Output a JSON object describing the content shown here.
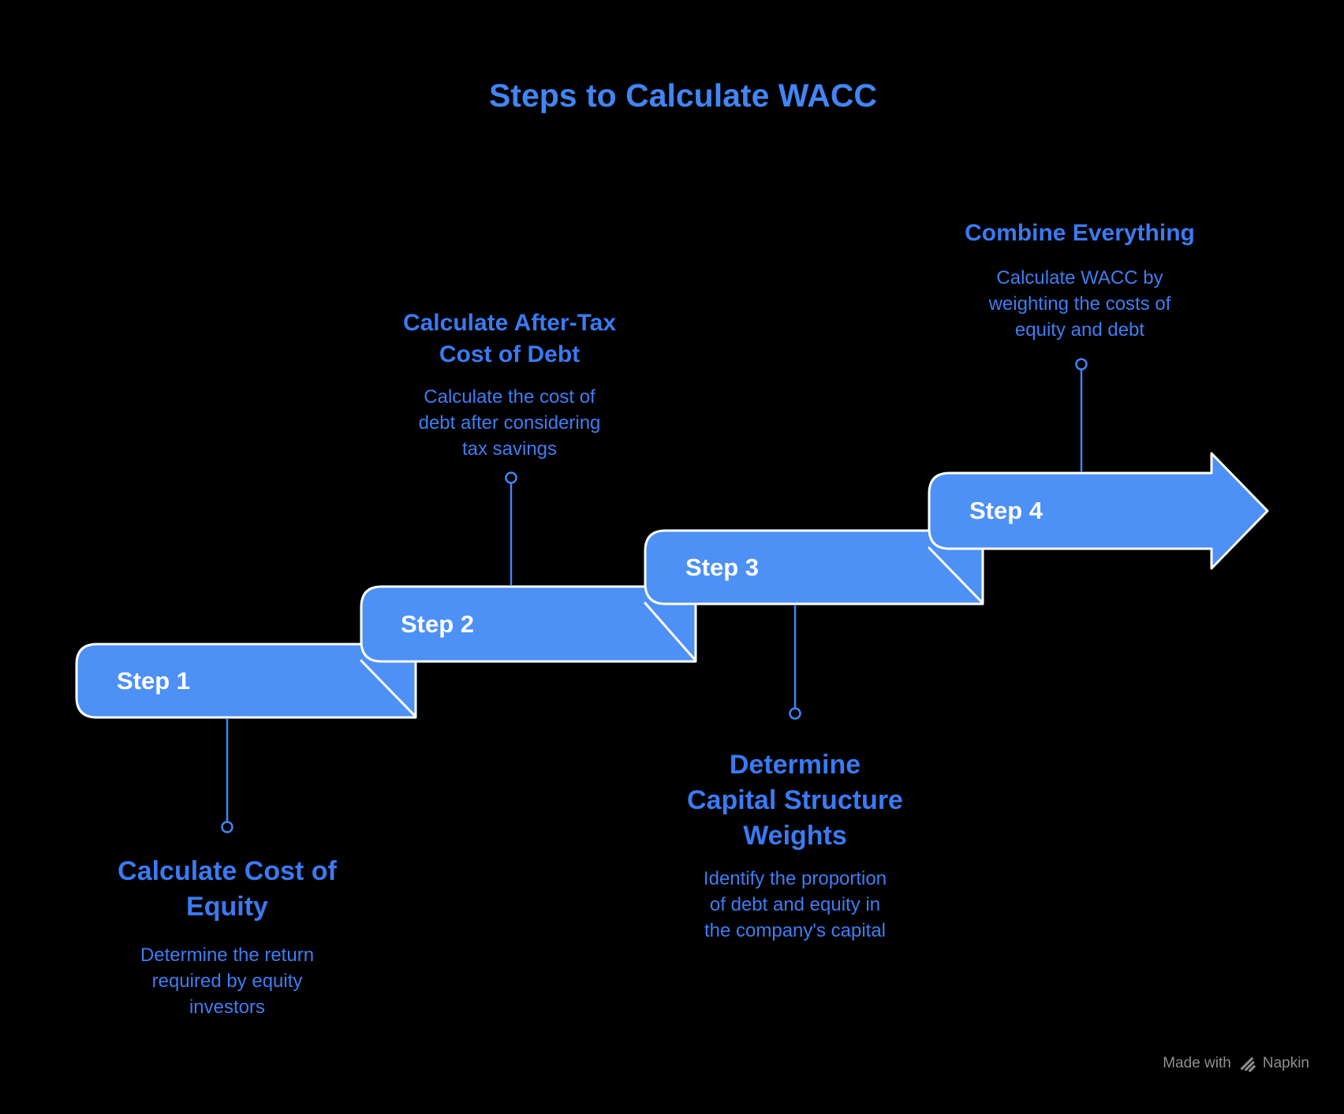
{
  "title": "Steps to Calculate WACC",
  "colors": {
    "bar_fill": "#4d90f6",
    "bar_border": "#ffffff",
    "connector": "#4285f4",
    "heading_text": "#3b7af2",
    "body_text": "#3f7df2",
    "title_text": "#4285f4",
    "step_label_text": "#ffffff",
    "watermark_text": "#8e8e93",
    "background": "#000000"
  },
  "steps": [
    {
      "label": "Step 1",
      "heading": "Calculate Cost of\nEquity",
      "description": "Determine the return\nrequired by equity\ninvestors",
      "text_position": "below"
    },
    {
      "label": "Step 2",
      "heading": "Calculate After-Tax\nCost of Debt",
      "description": "Calculate the cost of\ndebt after considering\ntax savings",
      "text_position": "above"
    },
    {
      "label": "Step 3",
      "heading": "Determine\nCapital Structure\nWeights",
      "description": "Identify the proportion\nof debt and equity in\nthe company's capital",
      "text_position": "below"
    },
    {
      "label": "Step 4",
      "heading": "Combine Everything",
      "description": "Calculate WACC by\nweighting the costs of\nequity and debt",
      "text_position": "above"
    }
  ],
  "watermark": {
    "prefix": "Made with",
    "brand": "Napkin"
  }
}
